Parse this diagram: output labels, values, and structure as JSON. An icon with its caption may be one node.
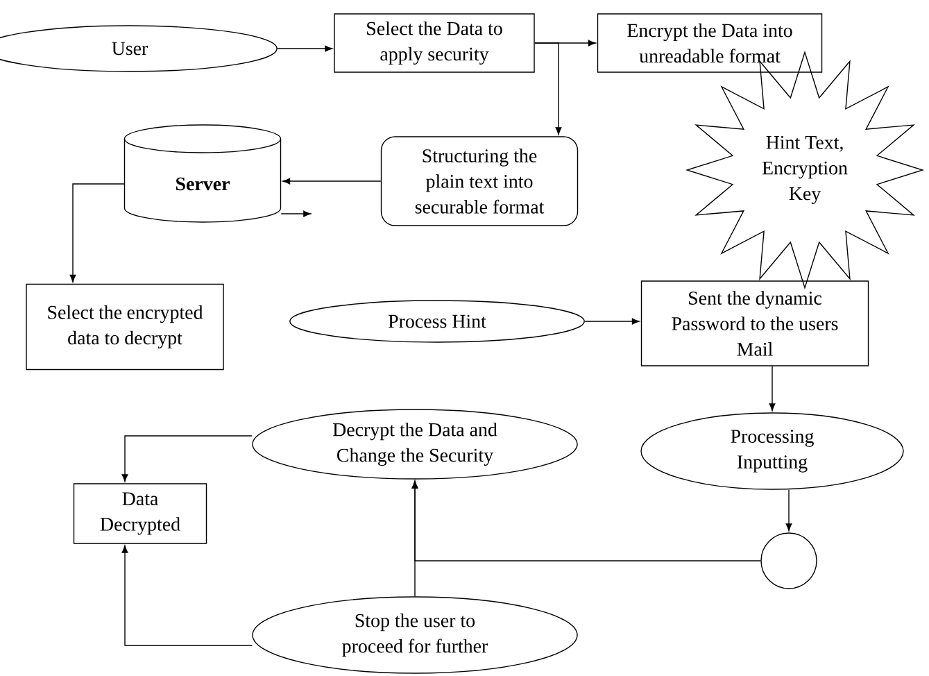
{
  "diagram": {
    "nodes": [
      {
        "text": [
          "User"
        ]
      },
      {
        "text": [
          "Select the Data to apply security"
        ]
      },
      {
        "text": [
          "Encrypt the Data into unreadable format"
        ]
      },
      {
        "text": [
          "Hint Text, Encryption Key"
        ]
      },
      {
        "text": [
          "Server"
        ]
      },
      {
        "text": [
          "Structuring the plain text into securable format"
        ]
      },
      {
        "text": [
          "Select the encrypted data to decrypt"
        ]
      },
      {
        "text": [
          "Process Hint"
        ]
      },
      {
        "text": [
          "Sent the dynamic Password to the users Mail"
        ]
      },
      {
        "text": [
          "Decrypt the Data and Change the Security"
        ]
      },
      {
        "text": [
          "Processing Inputting"
        ]
      },
      {
        "text": [
          "Data Decrypted"
        ]
      },
      {
        "text": [],
        "shape": "circle"
      },
      {
        "text": [
          "Stop the user to proceed for further"
        ]
      }
    ],
    "edges": [
      {
        "from": 0,
        "to": 1,
        "arrow": "to"
      },
      {
        "from": 1,
        "to": 2,
        "arrow": "to"
      },
      {
        "from": 1,
        "to": 5,
        "arrow": "to"
      },
      {
        "from": 5,
        "to": 4,
        "arrow": "to"
      },
      {
        "from": 4,
        "to": null,
        "arrow": "to"
      },
      {
        "from": 4,
        "to": 6,
        "arrow": "to"
      },
      {
        "from": 7,
        "to": 8,
        "arrow": "to"
      },
      {
        "from": 8,
        "to": 10,
        "arrow": "to"
      },
      {
        "from": 10,
        "to": 12,
        "arrow": "to"
      },
      {
        "from": 12,
        "to": 9,
        "arrow": "to"
      },
      {
        "from": 13,
        "to": 9,
        "arrow": "to"
      },
      {
        "from": 9,
        "to": 11,
        "arrow": "to"
      },
      {
        "from": 13,
        "to": 11,
        "arrow": "to"
      }
    ]
  }
}
